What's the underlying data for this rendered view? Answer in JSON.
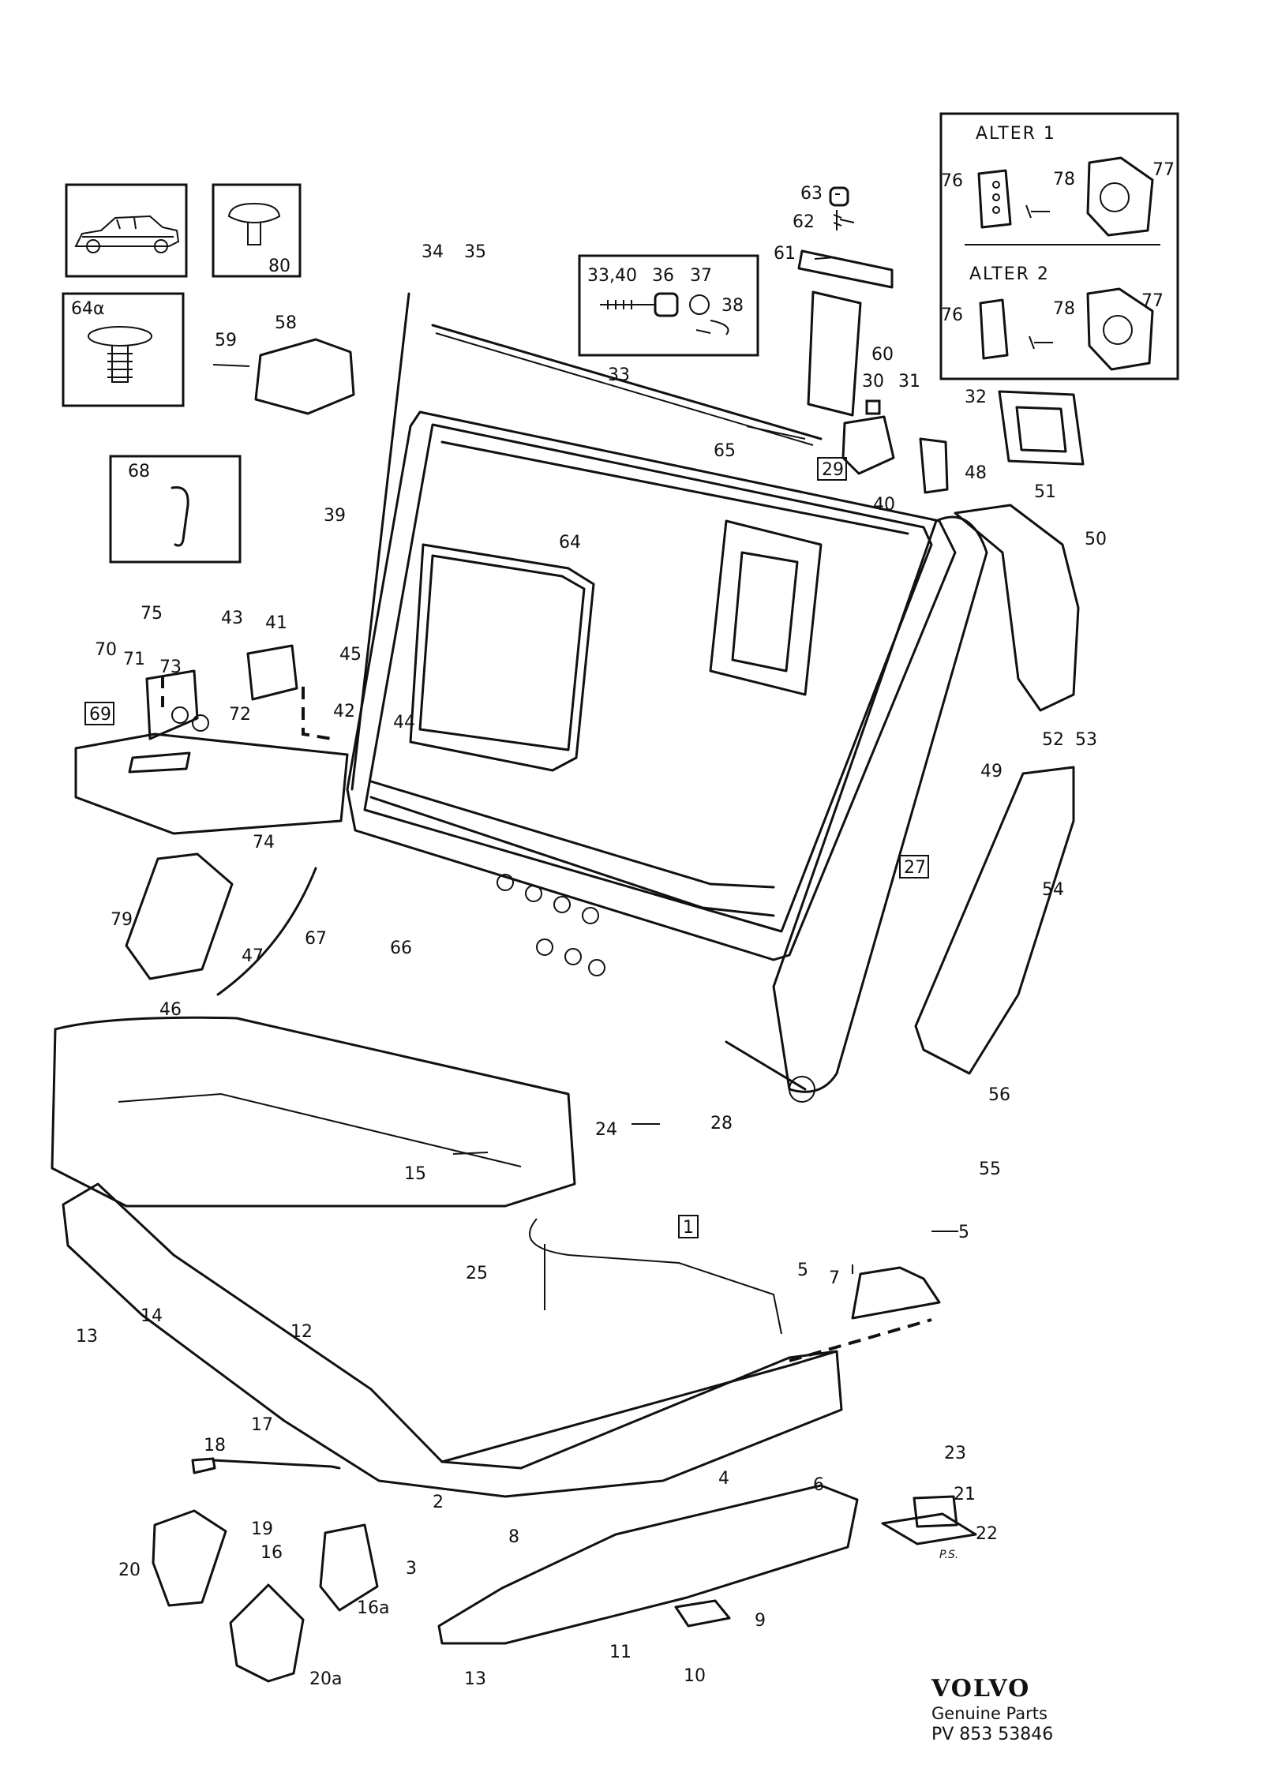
{
  "callouts": [
    {
      "id": "c80",
      "text": "80"
    },
    {
      "id": "c64a",
      "text": "64α"
    },
    {
      "id": "c68",
      "text": "68"
    },
    {
      "id": "c58",
      "text": "58"
    },
    {
      "id": "c59",
      "text": "59"
    },
    {
      "id": "c34",
      "text": "34"
    },
    {
      "id": "c35",
      "text": "35"
    },
    {
      "id": "c3340",
      "text": "33,40"
    },
    {
      "id": "c36",
      "text": "36"
    },
    {
      "id": "c37",
      "text": "37"
    },
    {
      "id": "c38",
      "text": "38"
    },
    {
      "id": "c63",
      "text": "63"
    },
    {
      "id": "c62",
      "text": "62"
    },
    {
      "id": "c61",
      "text": "61"
    },
    {
      "id": "c60",
      "text": "60"
    },
    {
      "id": "c33",
      "text": "33"
    },
    {
      "id": "c30",
      "text": "30"
    },
    {
      "id": "c31",
      "text": "31"
    },
    {
      "id": "c32",
      "text": "32"
    },
    {
      "id": "c29",
      "text": "29",
      "boxed": true
    },
    {
      "id": "c48",
      "text": "48"
    },
    {
      "id": "c40",
      "text": "40"
    },
    {
      "id": "c51",
      "text": "51"
    },
    {
      "id": "c50",
      "text": "50"
    },
    {
      "id": "c65",
      "text": "65"
    },
    {
      "id": "c39",
      "text": "39"
    },
    {
      "id": "c64",
      "text": "64"
    },
    {
      "id": "c75",
      "text": "75"
    },
    {
      "id": "c43",
      "text": "43"
    },
    {
      "id": "c41",
      "text": "41"
    },
    {
      "id": "c70",
      "text": "70"
    },
    {
      "id": "c71",
      "text": "71"
    },
    {
      "id": "c73",
      "text": "73"
    },
    {
      "id": "c45",
      "text": "45"
    },
    {
      "id": "c42",
      "text": "42"
    },
    {
      "id": "c44",
      "text": "44"
    },
    {
      "id": "c72",
      "text": "72"
    },
    {
      "id": "c69",
      "text": "69",
      "boxed": true
    },
    {
      "id": "c52",
      "text": "52"
    },
    {
      "id": "c53",
      "text": "53"
    },
    {
      "id": "c49",
      "text": "49"
    },
    {
      "id": "c74",
      "text": "74"
    },
    {
      "id": "c27",
      "text": "27",
      "boxed": true
    },
    {
      "id": "c54",
      "text": "54"
    },
    {
      "id": "c79",
      "text": "79"
    },
    {
      "id": "c47",
      "text": "47"
    },
    {
      "id": "c67",
      "text": "67"
    },
    {
      "id": "c66",
      "text": "66"
    },
    {
      "id": "c46",
      "text": "46"
    },
    {
      "id": "c56",
      "text": "56"
    },
    {
      "id": "c55",
      "text": "55"
    },
    {
      "id": "c28",
      "text": "28"
    },
    {
      "id": "c24",
      "text": "24"
    },
    {
      "id": "c15",
      "text": "15"
    },
    {
      "id": "c25",
      "text": "25"
    },
    {
      "id": "c1",
      "text": "1",
      "boxed": true
    },
    {
      "id": "c5a",
      "text": "5"
    },
    {
      "id": "c5b",
      "text": "5"
    },
    {
      "id": "c7",
      "text": "7"
    },
    {
      "id": "c14",
      "text": "14"
    },
    {
      "id": "c12",
      "text": "12"
    },
    {
      "id": "c13a",
      "text": "13"
    },
    {
      "id": "c17",
      "text": "17"
    },
    {
      "id": "c18",
      "text": "18"
    },
    {
      "id": "c19",
      "text": "19"
    },
    {
      "id": "c16",
      "text": "16"
    },
    {
      "id": "c20",
      "text": "20"
    },
    {
      "id": "c2",
      "text": "2"
    },
    {
      "id": "c3",
      "text": "3"
    },
    {
      "id": "c16a",
      "text": "16a"
    },
    {
      "id": "c20a",
      "text": "20a"
    },
    {
      "id": "c4",
      "text": "4"
    },
    {
      "id": "c6",
      "text": "6"
    },
    {
      "id": "c8",
      "text": "8"
    },
    {
      "id": "c23",
      "text": "23"
    },
    {
      "id": "c21",
      "text": "21"
    },
    {
      "id": "c22",
      "text": "22"
    },
    {
      "id": "c9",
      "text": "9"
    },
    {
      "id": "c11",
      "text": "11"
    },
    {
      "id": "c10",
      "text": "10"
    },
    {
      "id": "c13b",
      "text": "13"
    }
  ],
  "alternatives": {
    "alt1": {
      "title": "ALTER 1",
      "labels": {
        "c76": "76",
        "c78": "78",
        "c77": "77"
      }
    },
    "alt2": {
      "title": "ALTER 2",
      "labels": {
        "c76": "76",
        "c78": "78",
        "c77": "77"
      }
    }
  },
  "signature": "P.S.",
  "branding": {
    "logo": "VOLVO",
    "subtitle": "Genuine Parts",
    "code": "PV 853 53846"
  }
}
